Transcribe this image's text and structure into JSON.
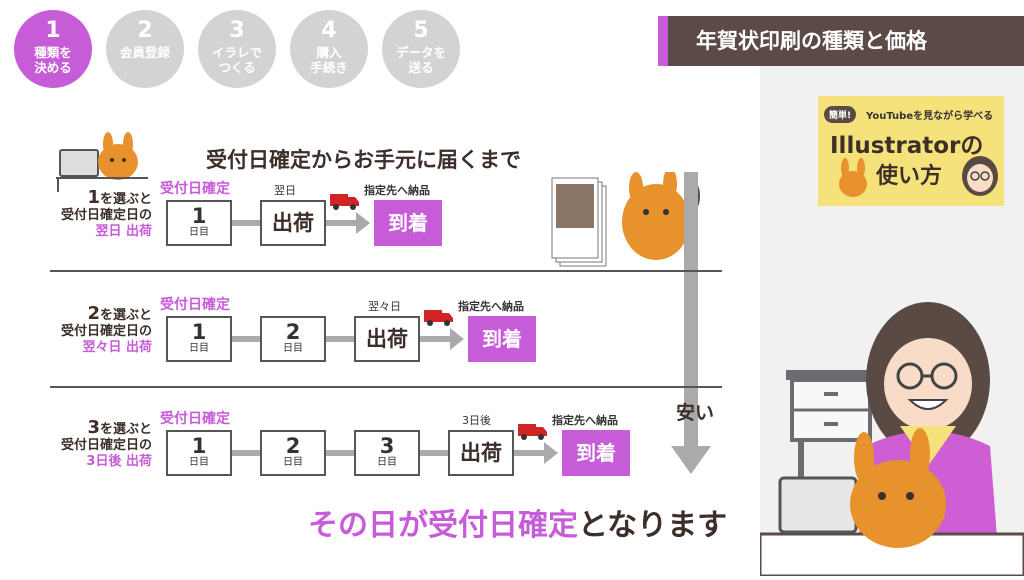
{
  "steps": [
    {
      "num": "1",
      "label": "種類を\n決める",
      "active": true
    },
    {
      "num": "2",
      "label": "会員登録",
      "active": false
    },
    {
      "num": "3",
      "label": "イラレで\nつくる",
      "active": false
    },
    {
      "num": "4",
      "label": "購入\n手続き",
      "active": false
    },
    {
      "num": "5",
      "label": "データを\n送る",
      "active": false
    }
  ],
  "header": {
    "title": "年賀状印刷の種類と価格"
  },
  "promo": {
    "tag": "簡単!",
    "sub": "YouTubeを見ながら学べる",
    "line1": "Illustratorの",
    "line2": "使い方"
  },
  "main": {
    "title": "受付日確定からお手元に届くまで"
  },
  "rows": [
    {
      "lead": "1",
      "lead_rest": "を選ぶと",
      "line2": "受付日確定日の",
      "line3": "翌日 出荷",
      "confirm": "受付日確定",
      "ship_label": "翌日",
      "dest_label": "指定先へ納品",
      "days": [
        {
          "n": "1",
          "u": "日目"
        }
      ],
      "ship": "出荷",
      "arrive": "到着"
    },
    {
      "lead": "2",
      "lead_rest": "を選ぶと",
      "line2": "受付日確定日の",
      "line3": "翌々日 出荷",
      "confirm": "受付日確定",
      "ship_label": "翌々日",
      "dest_label": "指定先へ納品",
      "days": [
        {
          "n": "1",
          "u": "日目"
        },
        {
          "n": "2",
          "u": "日目"
        }
      ],
      "ship": "出荷",
      "arrive": "到着"
    },
    {
      "lead": "3",
      "lead_rest": "を選ぶと",
      "line2": "受付日確定日の",
      "line3": "3日後 出荷",
      "confirm": "受付日確定",
      "ship_label": "3日後",
      "dest_label": "指定先へ納品",
      "days": [
        {
          "n": "1",
          "u": "日目"
        },
        {
          "n": "2",
          "u": "日目"
        },
        {
          "n": "3",
          "u": "日目"
        }
      ],
      "ship": "出荷",
      "arrive": "到着"
    }
  ],
  "cheap": "安い",
  "bottom": {
    "pink": "その日が受付日確定",
    "rest": "となります"
  },
  "colors": {
    "accent": "#c65cd8",
    "dark": "#5b4a45",
    "mascot": "#e8922d",
    "promo_bg": "#f6e27b"
  }
}
